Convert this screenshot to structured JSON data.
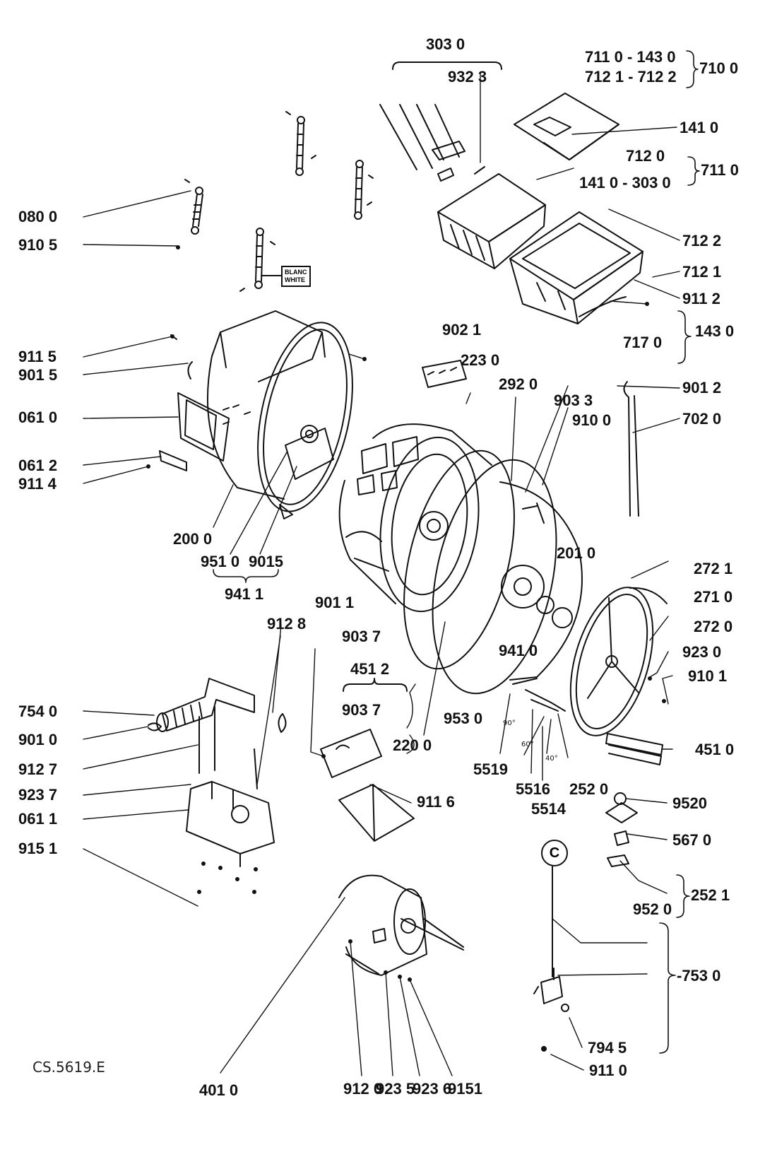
{
  "document_code": "CS.5619.E",
  "tag_text": {
    "line1": "BLANC",
    "line2": "WHITE"
  },
  "angles": {
    "a90": "90°",
    "a60": "60°",
    "a40": "40°"
  },
  "circle_letter": "C",
  "labels": {
    "l3030": "303 0",
    "l9323": "932 3",
    "l7110_1430": "711 0 - 143 0",
    "l7121_7122": "712 1 - 712 2",
    "l7100": "710 0",
    "l1410": "141 0",
    "l7120": "712 0",
    "l1410_3030": "141 0 - 303 0",
    "l7110": "711 0",
    "l0800": "080 0",
    "l9105": "910 5",
    "l7122": "712 2",
    "l7121": "712 1",
    "l9112": "911 2",
    "l1430": "143 0",
    "l7170": "717 0",
    "l9115": "911 5",
    "l9021": "902 1",
    "l9015a": "901 5",
    "l2230": "223 0",
    "l2920": "292 0",
    "l9033": "903 3",
    "l9100": "910 0",
    "l9012": "901 2",
    "l0610": "061 0",
    "l7020": "702 0",
    "l0612": "061 2",
    "l9114": "911 4",
    "l2000": "200 0",
    "l2010": "201 0",
    "l9510": "951 0",
    "l9015b": "9015",
    "l9411": "941 1",
    "l2721": "272 1",
    "l2710": "271 0",
    "l9011": "901 1",
    "l9128": "912 8",
    "l2720": "272 0",
    "l9037a": "903 7",
    "l4512": "451 2",
    "l9410": "941 0",
    "l9230": "923 0",
    "l9101": "910 1",
    "l9037b": "903 7",
    "l7540": "754 0",
    "l9530": "953 0",
    "l9010": "901 0",
    "l2200": "220 0",
    "l4510": "451 0",
    "l5519": "5519",
    "l9127": "912 7",
    "l5516": "5516",
    "l2520": "252 0",
    "l9237": "923 7",
    "l5514": "5514",
    "l9116": "911 6",
    "l9520a": "9520",
    "l0611": "061 1",
    "l5670": "567 0",
    "l9151a": "915 1",
    "l9520b": "952 0",
    "l2521": "252 1",
    "l7530": "-753 0",
    "l7945": "794 5",
    "l9110": "911 0",
    "l4010": "401 0",
    "l9120": "912 0",
    "l9235": "923 5",
    "l9236": "923 6",
    "l9151b": "9151"
  }
}
